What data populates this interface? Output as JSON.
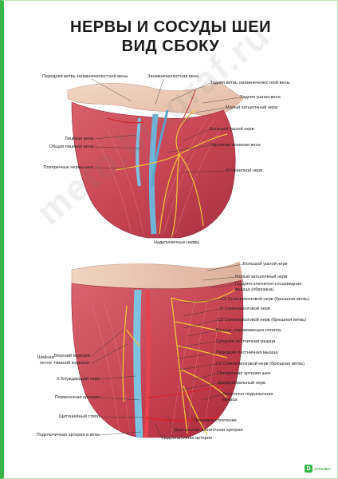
{
  "title": {
    "line1": "НЕРВЫ И СОСУДЫ ШЕИ",
    "line2": "ВИД СБОКУ"
  },
  "watermark": "meto.blagraf.ru",
  "logo": {
    "mark": "D",
    "text": "АГРАНКА"
  },
  "top_panel": {
    "labels": [
      "Передняя ветвь занижнечелюстной вены",
      "Занижнечелюстная вена",
      "Задняя ветвь занижнечелюстной вены",
      "Задняя ушная вена",
      "Малый затылочный нерв",
      "Большой ушной нерв",
      "Лицевая вена",
      "Общая лицевая вена",
      "Наружная яремная вена",
      "Поперечные нервы шеи",
      "XI Черепной нерв",
      "Надключичные нервы"
    ]
  },
  "bottom_panel": {
    "labels_right": [
      "Большой ушной нерв",
      "Малый затылочный нерв",
      "Грудино-ключично-сосцевидная",
      "мышца (обрезана)",
      "C2 Спинномозговой нерв (брюшная ветвь)",
      "XI Спинномозговой нерв",
      "C3 Спинномозговой нерв (брюшная ветвь)",
      "Мышца, поднимающая лопатку",
      "Средняя лестничная мышца",
      "Передняя лестничная мышца",
      "C5 Спинномозговой нерв (брюшная ветвь)",
      "Поперечная артерия шеи",
      "Диафрагмальный нерв",
      "Лопаточно подъязычная",
      "мышца",
      "Плечевое сплетение",
      "Дорсальная лопаточная артерия",
      "Надлопаточная артерия"
    ],
    "labels_left": [
      "Шейная",
      "петля",
      "Верхний корешок",
      "Нижний корешок",
      "X Блуждающий нерв",
      "Позвоночная артерия",
      "Щитошейный ствол",
      "Подключичная артерия и вена"
    ]
  }
}
